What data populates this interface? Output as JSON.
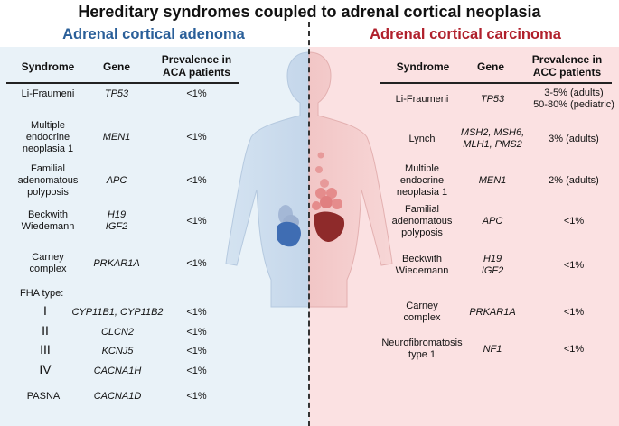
{
  "title": "Hereditary syndromes coupled to adrenal cortical neoplasia",
  "colors": {
    "adenoma_title": "#2a5f99",
    "carcinoma_title": "#b0202c",
    "adenoma_bg": "#e9f2f8",
    "carcinoma_bg": "#fbe1e2"
  },
  "adenoma": {
    "section_title": "Adrenal cortical adenoma",
    "headers": {
      "syndrome": "Syndrome",
      "gene": "Gene",
      "prevalence_line1": "Prevalence in",
      "prevalence_line2": "ACA patients"
    },
    "rows": [
      {
        "syndrome": [
          "Li-Fraumeni"
        ],
        "gene": [
          "TP53"
        ],
        "prevalence": [
          "<1%"
        ]
      },
      {
        "syndrome": [
          "Multiple",
          "endocrine",
          "neoplasia 1"
        ],
        "gene": [
          "MEN1"
        ],
        "prevalence": [
          "<1%"
        ]
      },
      {
        "syndrome": [
          "Familial",
          "adenomatous",
          "polyposis"
        ],
        "gene": [
          "APC"
        ],
        "prevalence": [
          "<1%"
        ]
      },
      {
        "syndrome": [
          "Beckwith",
          "Wiedemann"
        ],
        "gene": [
          "H19",
          "IGF2"
        ],
        "prevalence": [
          "<1%"
        ]
      },
      {
        "syndrome": [
          "Carney",
          "complex"
        ],
        "gene": [
          "PRKAR1A"
        ],
        "prevalence": [
          "<1%"
        ]
      }
    ],
    "fha_label": "FHA type:",
    "fha_rows": [
      {
        "type": "I",
        "gene": "CYP11B1, CYP11B2",
        "prevalence": "<1%"
      },
      {
        "type": "II",
        "gene": "CLCN2",
        "prevalence": "<1%"
      },
      {
        "type": "III",
        "gene": "KCNJ5",
        "prevalence": "<1%"
      },
      {
        "type": "IV",
        "gene": "CACNA1H",
        "prevalence": "<1%"
      }
    ],
    "pasna": {
      "syndrome": "PASNA",
      "gene": "CACNA1D",
      "prevalence": "<1%"
    }
  },
  "carcinoma": {
    "section_title": "Adrenal cortical carcinoma",
    "headers": {
      "syndrome": "Syndrome",
      "gene": "Gene",
      "prevalence_line1": "Prevalence in",
      "prevalence_line2": "ACC patients"
    },
    "rows": [
      {
        "syndrome": [
          "Li-Fraumeni"
        ],
        "gene": [
          "TP53"
        ],
        "prevalence": [
          "3-5% (adults)",
          "50-80% (pediatric)"
        ]
      },
      {
        "syndrome": [
          "Lynch"
        ],
        "gene": [
          "MSH2, MSH6,",
          "MLH1, PMS2"
        ],
        "prevalence": [
          "3% (adults)"
        ]
      },
      {
        "syndrome": [
          "Multiple",
          "endocrine",
          "neoplasia 1"
        ],
        "gene": [
          "MEN1"
        ],
        "prevalence": [
          "2% (adults)"
        ]
      },
      {
        "syndrome": [
          "Familial",
          "adenomatous",
          "polyposis"
        ],
        "gene": [
          "APC"
        ],
        "prevalence": [
          "<1%"
        ]
      },
      {
        "syndrome": [
          "Beckwith",
          "Wiedemann"
        ],
        "gene": [
          "H19",
          "IGF2"
        ],
        "prevalence": [
          "<1%"
        ]
      },
      {
        "syndrome": [
          "Carney",
          "complex"
        ],
        "gene": [
          "PRKAR1A"
        ],
        "prevalence": [
          "<1%"
        ]
      },
      {
        "syndrome": [
          "Neurofibromatosis",
          "type 1"
        ],
        "gene": [
          "NF1"
        ],
        "prevalence": [
          "<1%"
        ]
      }
    ]
  }
}
